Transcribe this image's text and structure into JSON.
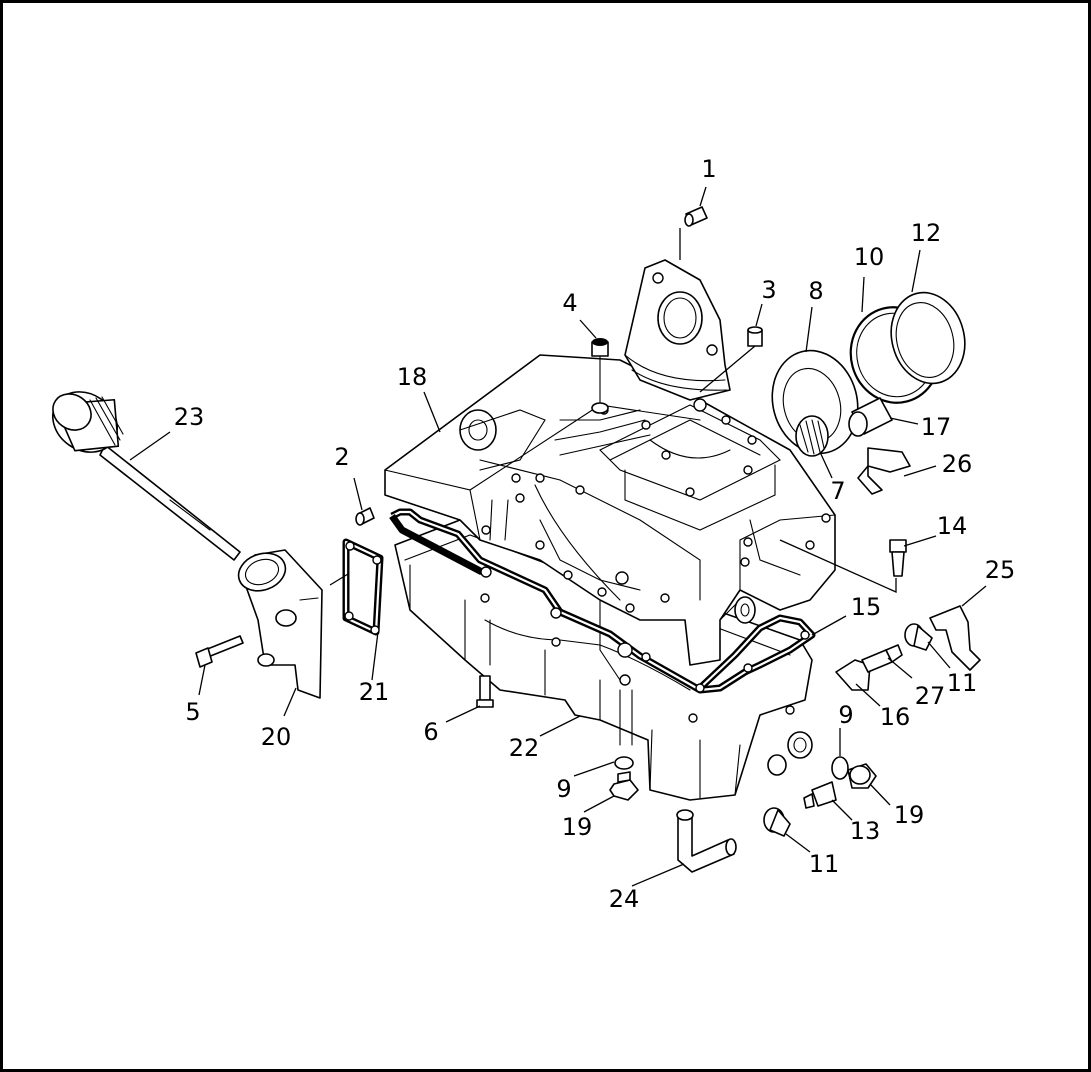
{
  "diagram": {
    "callouts": [
      {
        "id": "c1",
        "label": "1"
      },
      {
        "id": "c2",
        "label": "2"
      },
      {
        "id": "c3",
        "label": "3"
      },
      {
        "id": "c4",
        "label": "4"
      },
      {
        "id": "c5",
        "label": "5"
      },
      {
        "id": "c6",
        "label": "6"
      },
      {
        "id": "c7",
        "label": "7"
      },
      {
        "id": "c8",
        "label": "8"
      },
      {
        "id": "c9a",
        "label": "9"
      },
      {
        "id": "c9b",
        "label": "9"
      },
      {
        "id": "c10",
        "label": "10"
      },
      {
        "id": "c11a",
        "label": "11"
      },
      {
        "id": "c11b",
        "label": "11"
      },
      {
        "id": "c12",
        "label": "12"
      },
      {
        "id": "c13",
        "label": "13"
      },
      {
        "id": "c14",
        "label": "14"
      },
      {
        "id": "c15",
        "label": "15"
      },
      {
        "id": "c16",
        "label": "16"
      },
      {
        "id": "c17",
        "label": "17"
      },
      {
        "id": "c18",
        "label": "18"
      },
      {
        "id": "c19a",
        "label": "19"
      },
      {
        "id": "c19b",
        "label": "19"
      },
      {
        "id": "c20",
        "label": "20"
      },
      {
        "id": "c21",
        "label": "21"
      },
      {
        "id": "c22",
        "label": "22"
      },
      {
        "id": "c23",
        "label": "23"
      },
      {
        "id": "c24",
        "label": "24"
      },
      {
        "id": "c25",
        "label": "25"
      },
      {
        "id": "c26",
        "label": "26"
      },
      {
        "id": "c27",
        "label": "27"
      }
    ]
  }
}
